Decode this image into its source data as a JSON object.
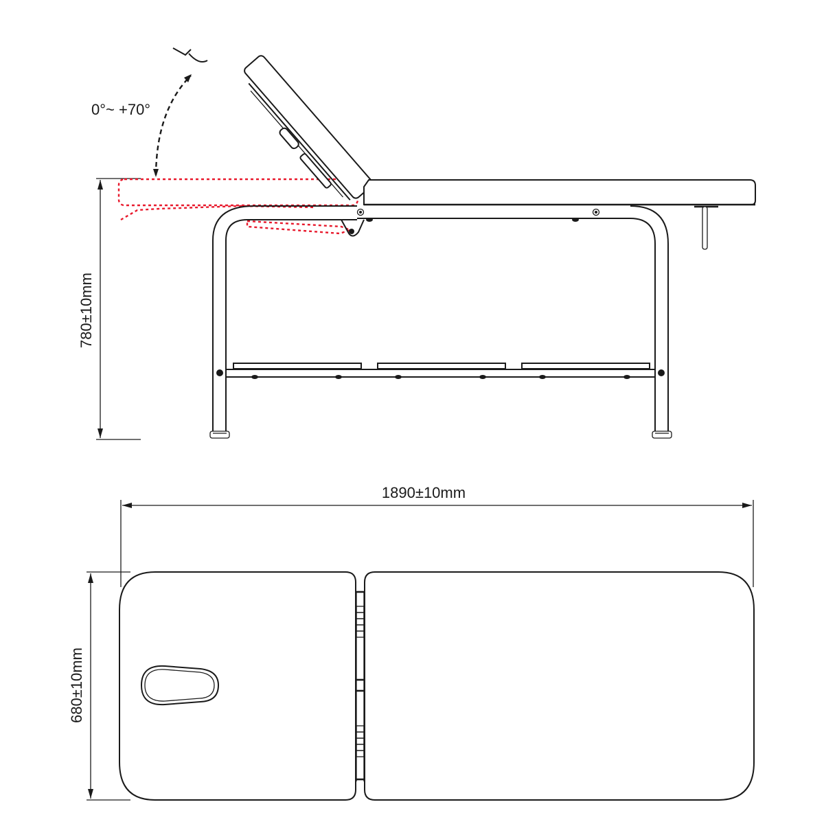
{
  "side_view": {
    "angle_label": "0°~ +70°",
    "height_label": "780±10mm",
    "backrest_range_deg": [
      0,
      70
    ],
    "accent_color": "#e8192c",
    "line_color": "#1a1a1a"
  },
  "top_view": {
    "length_label": "1890±10mm",
    "width_label": "680±10mm"
  },
  "dimensions": {
    "height_mm": 780,
    "length_mm": 1890,
    "width_mm": 680,
    "tolerance_mm": 10
  }
}
